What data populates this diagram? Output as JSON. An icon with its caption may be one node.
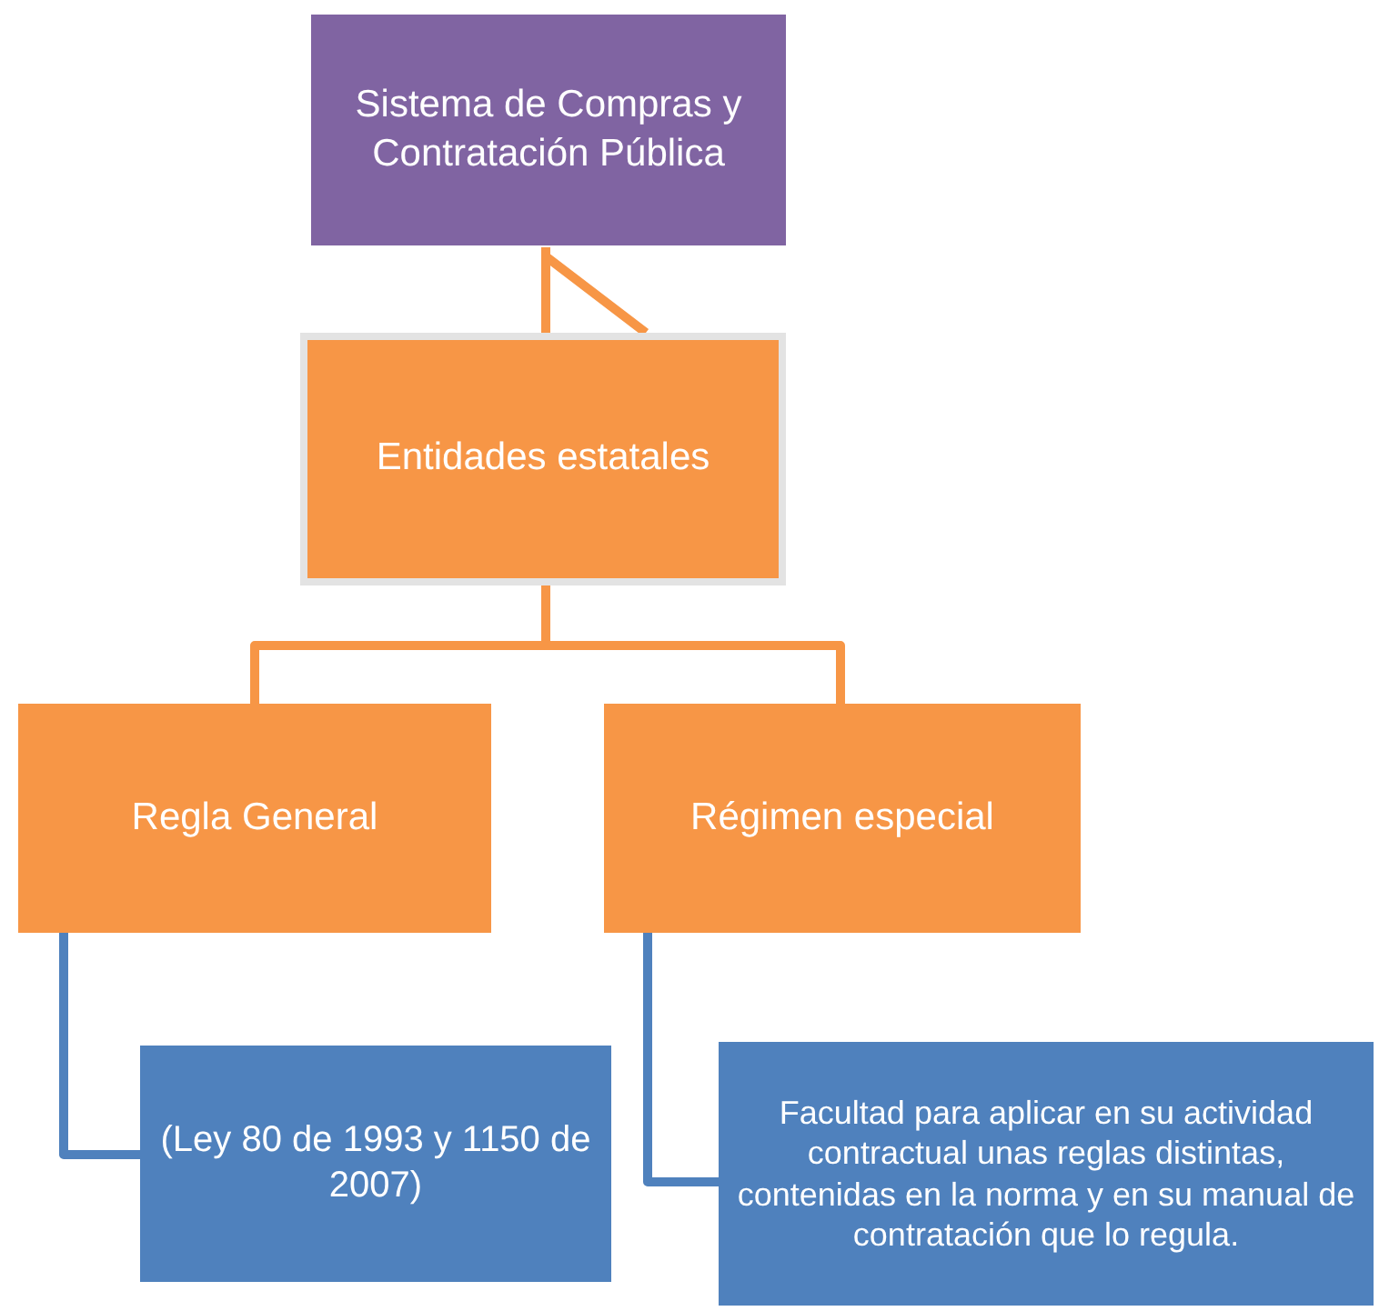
{
  "diagram": {
    "nodes": [
      {
        "text": [
          "Sistema de Compras y Contratación Pública"
        ]
      },
      {
        "text": [
          "Entidades estatales"
        ]
      },
      {
        "text": [
          "Regla General"
        ]
      },
      {
        "text": [
          "Régimen especial"
        ]
      },
      {
        "text": [
          "(Ley 80 de 1993 y 1150 de 2007)"
        ]
      },
      {
        "text": [
          "Facultad para aplicar en su actividad contractual unas reglas distintas, contenidas en la norma y en su manual de contratación que lo regula."
        ]
      }
    ],
    "edges": [
      {
        "from": 0,
        "to": 1,
        "arrow": "none"
      },
      {
        "from": 1,
        "to": 2,
        "arrow": "none"
      },
      {
        "from": 1,
        "to": 3,
        "arrow": "none"
      },
      {
        "from": 2,
        "to": 4,
        "arrow": "none",
        "color": "#4f81bd"
      },
      {
        "from": 3,
        "to": 5,
        "arrow": "none",
        "color": "#4f81bd"
      }
    ]
  }
}
